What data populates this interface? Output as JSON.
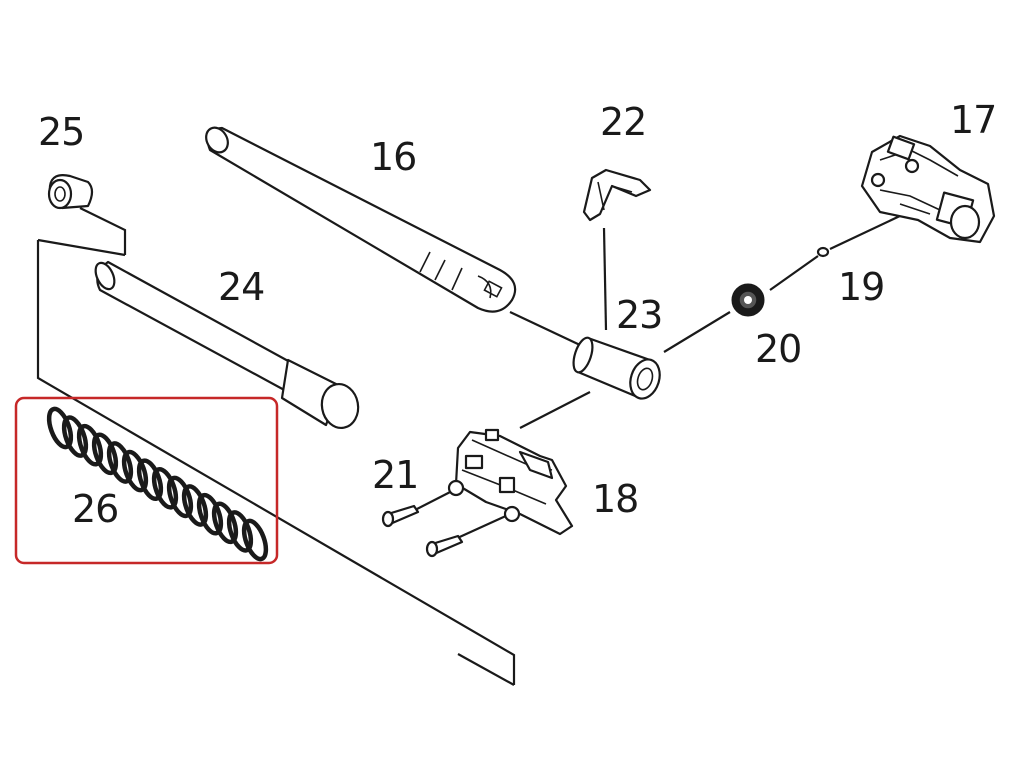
{
  "diagram": {
    "labels": {
      "l16": "16",
      "l17": "17",
      "l18": "18",
      "l19": "19",
      "l20": "20",
      "l21": "21",
      "l22": "22",
      "l23": "23",
      "l24": "24",
      "l25": "25",
      "l26": "26"
    },
    "highlight": {
      "part": "26",
      "color": "#c62828"
    }
  }
}
